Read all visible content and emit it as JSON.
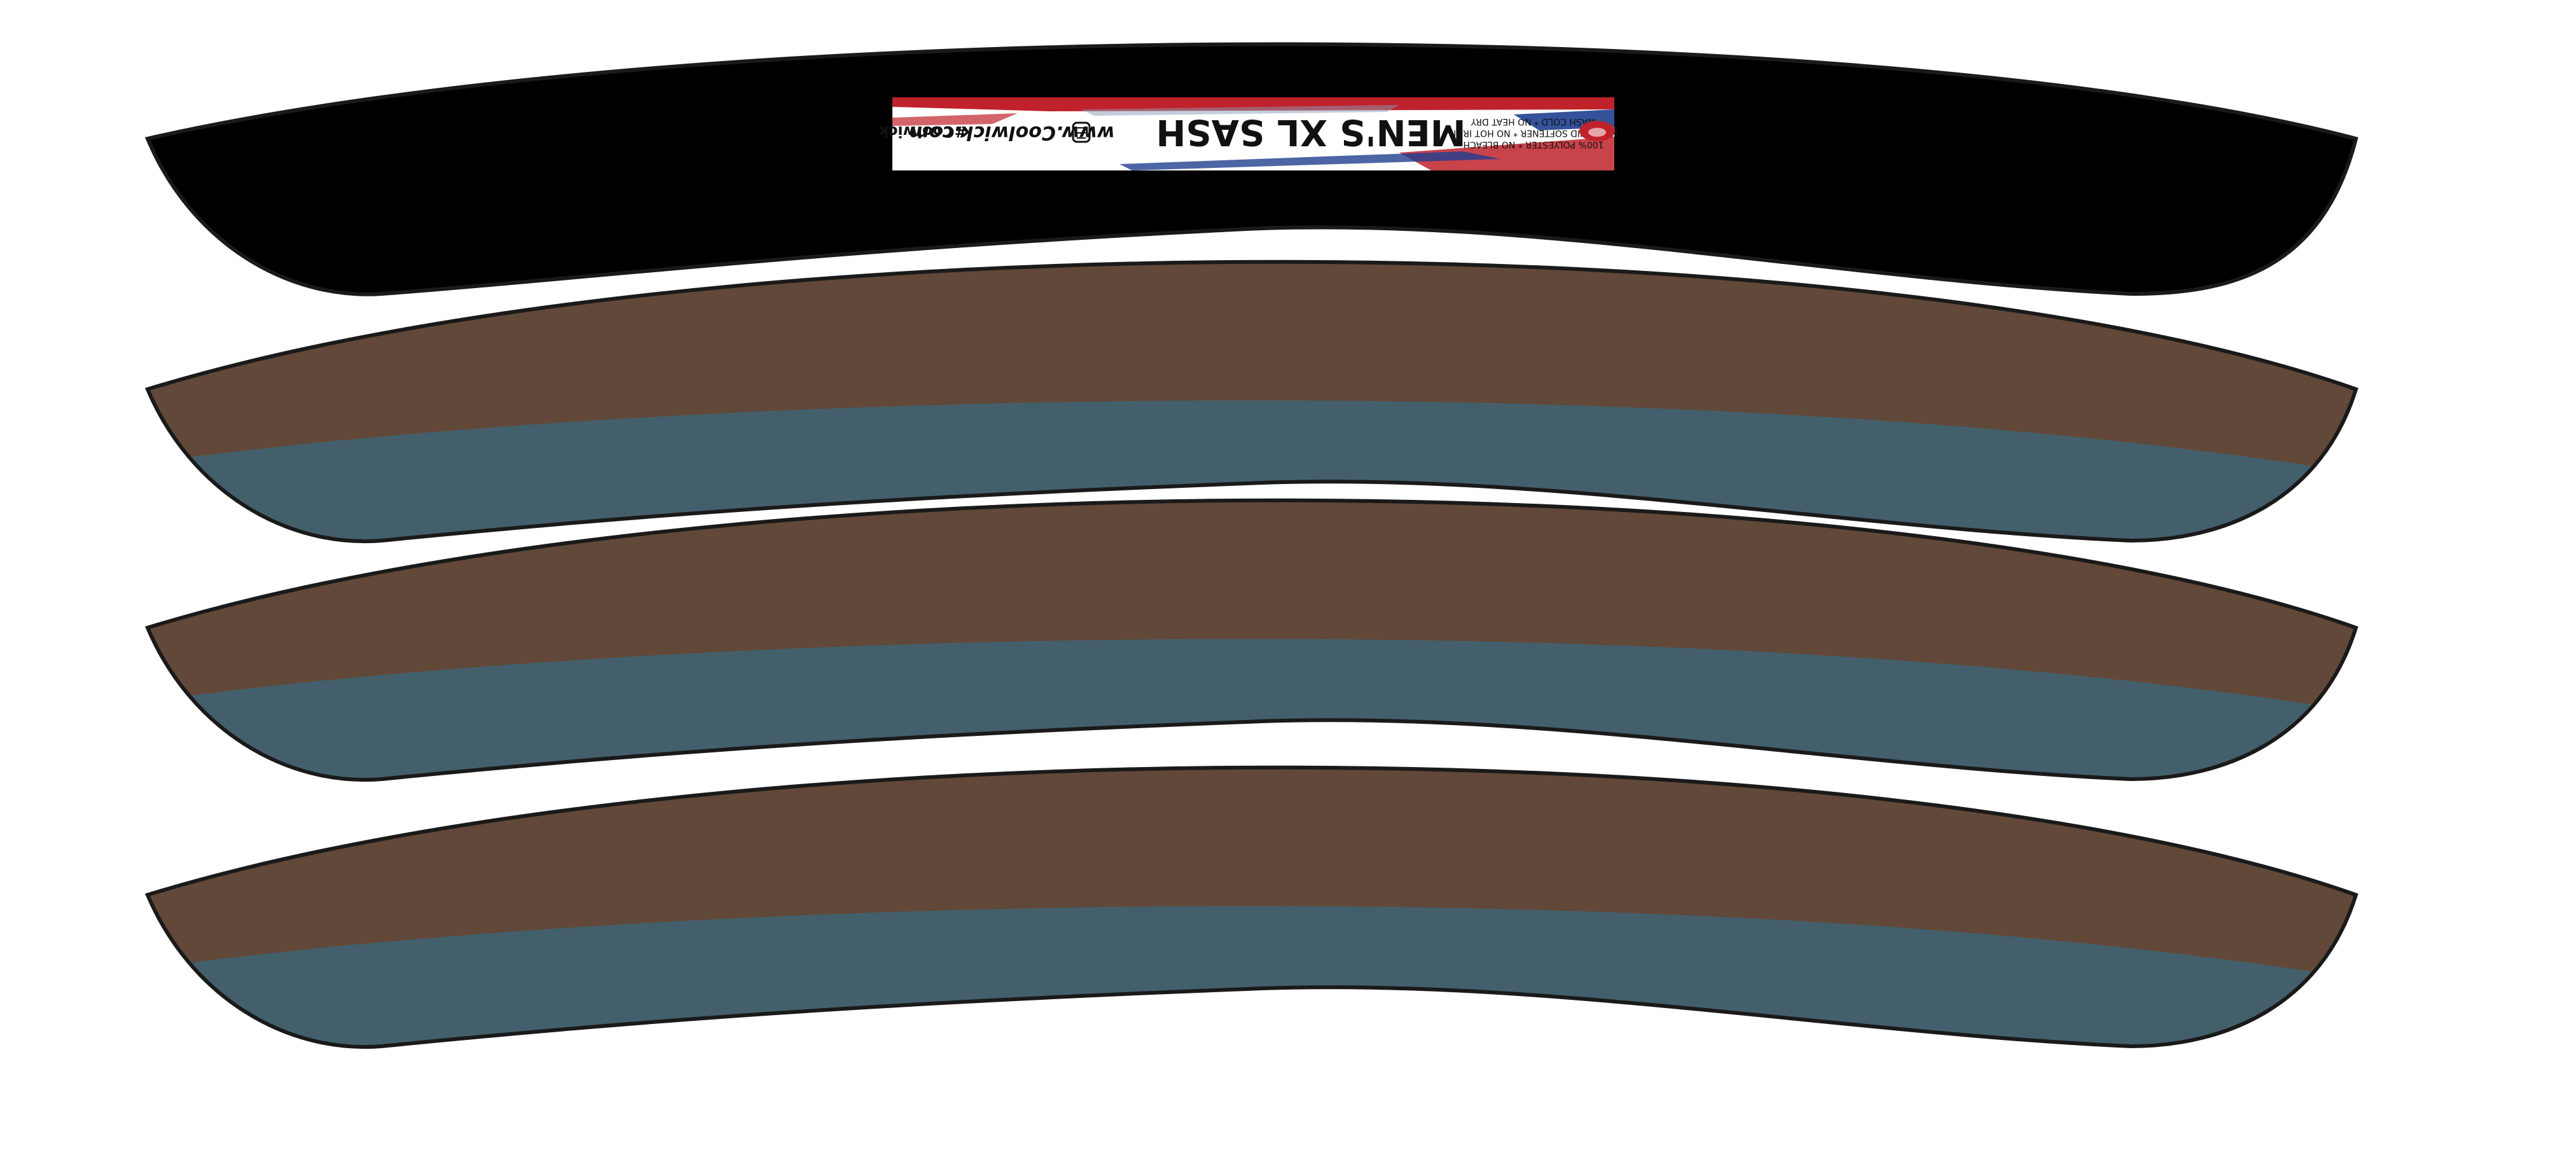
{
  "colors": {
    "background": "#ffffff",
    "black_panel": "#000000",
    "brown_band": "#614838",
    "slate_band": "#445f6c",
    "outline": "#1a1a1a",
    "label_red": "#c0222b",
    "label_blue": "#1f3f8f"
  },
  "panels": [
    {
      "id": "panel-black",
      "style": "solid-black",
      "has_label": true
    },
    {
      "id": "panel-2",
      "style": "brown-over-slate"
    },
    {
      "id": "panel-3",
      "style": "brown-over-slate"
    },
    {
      "id": "panel-4",
      "style": "brown-over-slate"
    }
  ],
  "label": {
    "title": "MEN'S XL SASH",
    "care_line_1": "100% POLYESTER * NO BLEACH",
    "care_line_2": "NO LIQUID SOFTENER * NO HOT IRON",
    "care_line_3": "WASH COLD * NO HEAT DRY",
    "website": "www.Coolwick.com",
    "hashtag": "#Coolwick",
    "rotated_180": true
  }
}
